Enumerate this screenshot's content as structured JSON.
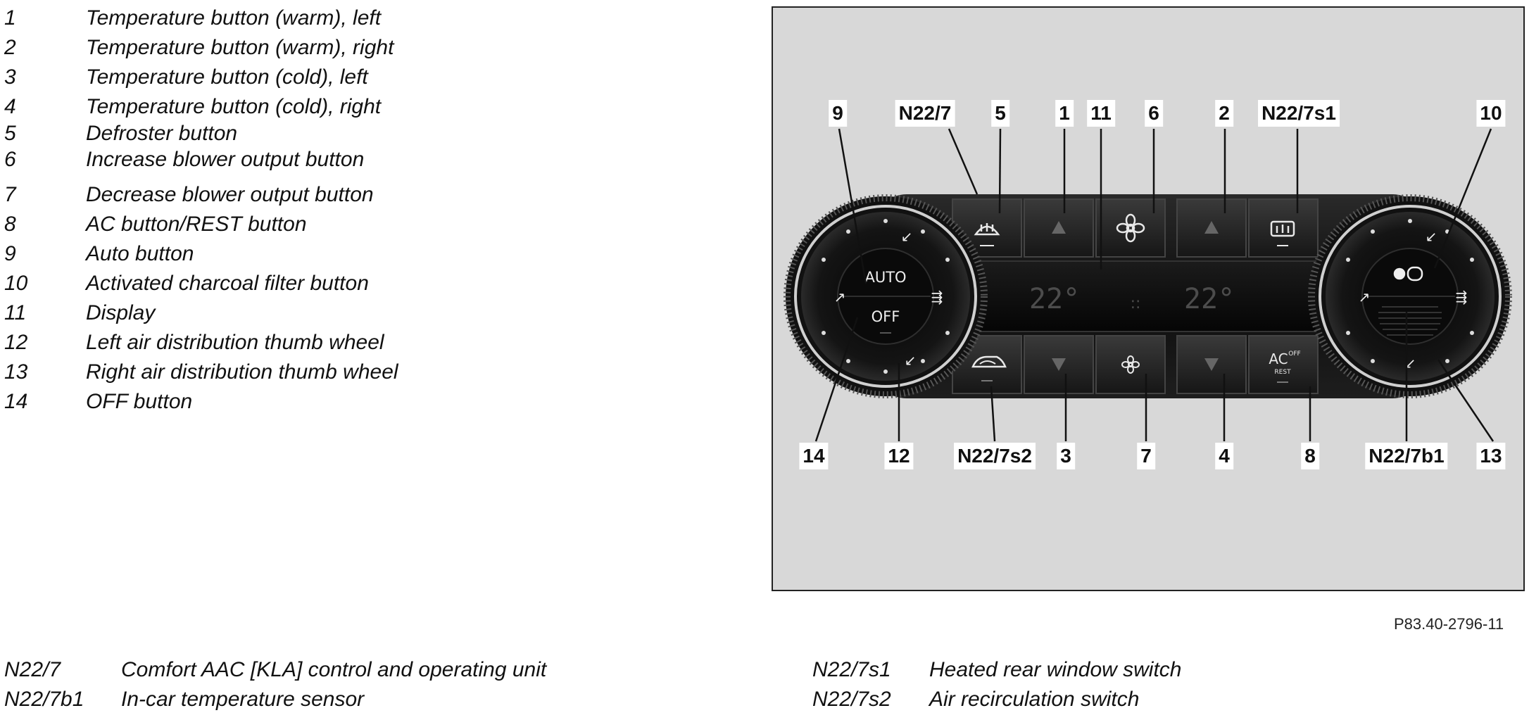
{
  "legend": [
    {
      "num": "1",
      "text": "Temperature button (warm), left"
    },
    {
      "num": "2",
      "text": "Temperature button (warm), right"
    },
    {
      "num": "3",
      "text": "Temperature button (cold), left"
    },
    {
      "num": "4",
      "text": "Temperature button (cold), right"
    },
    {
      "num": "5",
      "text": "Defroster button"
    },
    {
      "num": "6",
      "text": "Increase blower output button"
    },
    {
      "num": "7",
      "text": "Decrease blower output button"
    },
    {
      "num": "8",
      "text": "AC button/REST button"
    },
    {
      "num": "9",
      "text": "Auto button"
    },
    {
      "num": "10",
      "text": "Activated charcoal filter button"
    },
    {
      "num": "11",
      "text": "Display"
    },
    {
      "num": "12",
      "text": "Left air distribution thumb wheel"
    },
    {
      "num": "13",
      "text": "Right air distribution thumb wheel"
    },
    {
      "num": "14",
      "text": "OFF button"
    }
  ],
  "callouts": {
    "top": [
      "9",
      "N22/7",
      "5",
      "1",
      "11",
      "6",
      "2",
      "N22/7s1",
      "10"
    ],
    "bottom": [
      "14",
      "12",
      "N22/7s2",
      "3",
      "7",
      "4",
      "8",
      "N22/7b1",
      "13"
    ]
  },
  "panel": {
    "auto_label": "AUTO",
    "off_label": "OFF",
    "display_left": "22°",
    "display_right": "22°",
    "ac_label": "AC",
    "ac_sup": "OFF",
    "rest_label": "REST"
  },
  "figure_code": "P83.40-2796-11",
  "abbreviations": [
    {
      "code": "N22/7",
      "text": "Comfort AAC [KLA] control and operating unit"
    },
    {
      "code": "N22/7b1",
      "text": "In-car temperature sensor"
    },
    {
      "code": "N22/7s1",
      "text": "Heated rear window switch"
    },
    {
      "code": "N22/7s2",
      "text": "Air recirculation switch"
    }
  ]
}
